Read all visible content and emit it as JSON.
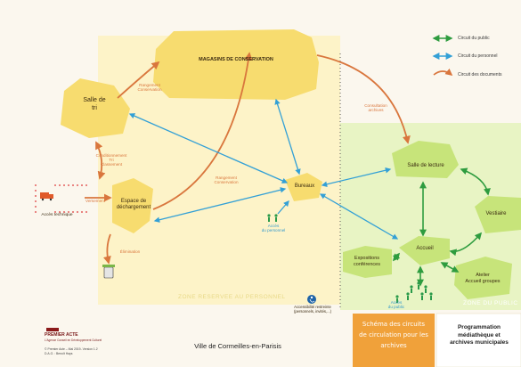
{
  "legend": [
    {
      "label": "Circuit du public",
      "color": "#2ea043"
    },
    {
      "label": "Circuit du personnel",
      "color": "#4fc3f7"
    },
    {
      "label": "Circuit des documents",
      "color": "#e07a45"
    }
  ],
  "rooms": {
    "magasins": "MAGASINS DE CONSERVATION",
    "tri": "Salle de\ntri",
    "dechargement": "Espace de\ndéchargement",
    "bureaux": "Bureaux",
    "lecture": "Salle de lecture",
    "accueil": "Accueil",
    "vestiaire": "Vestiaire",
    "expositions": "Expositions\nconférences",
    "atelier": "Atelier\nAccueil groupes"
  },
  "flow_labels": {
    "rangement1": "Rangement\nConservation",
    "conditionnement": "Conditionnement\nTri\nClassement",
    "rangement2": "Rangement\nConservation",
    "consultation": "Consultation\narchives",
    "verso": "Versement",
    "elimination": "Élimination",
    "acces_technique": "Accès technique",
    "acces_personnel": "Accès\ndu personnel",
    "acces_public": "Accès\ndu public",
    "accessibilite": "Accessibilité restreinte\n(personnels, invités,...)"
  },
  "zones": {
    "reservee": "ZONE RESERVEE AU PERSONNEL",
    "public": "ZONE DU PUBLIC"
  },
  "footer": {
    "logo_title": "PREMIER ACTE",
    "logo_sub": "L'Agence Conseil en Développement Culturel",
    "credits": "© Premier Acte – Mai 2019- Version 1.2\nD.A.O. : Benoît Hays",
    "ville": "Ville de Cormeilles-en-Parisis",
    "schema": "Schéma des circuits\nde circulation pour les\narchives",
    "programmation": "Programmation\nmédiathèque et\narchives municipales"
  }
}
